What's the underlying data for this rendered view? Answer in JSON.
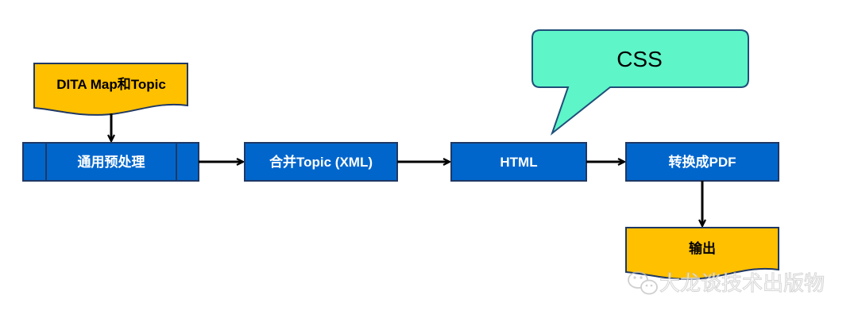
{
  "nodes": {
    "source_doc": "DITA Map和Topic",
    "preprocess": "通用预处理",
    "merge": "合并Topic (XML)",
    "html": "HTML",
    "convert": "转换成PDF",
    "output": "输出"
  },
  "callout": "CSS",
  "watermark": "大龙谈技术出版物",
  "colors": {
    "process_fill": "#0066cc",
    "process_stroke": "#1f3864",
    "document_fill": "#ffc000",
    "callout_fill": "#5ef5c8",
    "callout_stroke": "#1f4e79",
    "arrow": "#000000",
    "node_text_dark": "#000000",
    "node_text_light": "#ffffff"
  },
  "icons": {
    "watermark_icon": "wechat-icon"
  }
}
